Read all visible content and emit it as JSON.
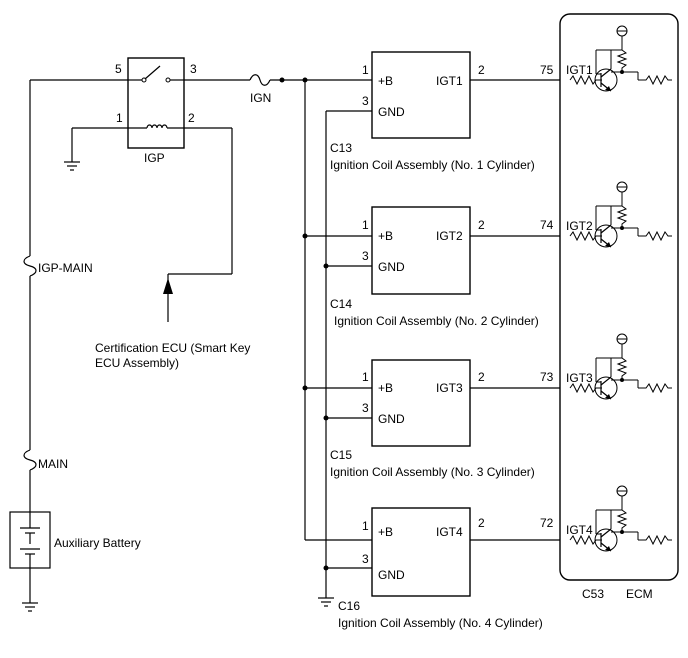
{
  "fuses": {
    "ign": "IGN",
    "igp_main": "IGP-MAIN",
    "main": "MAIN"
  },
  "relay": {
    "label": "IGP",
    "pin5": "5",
    "pin3": "3",
    "pin1": "1",
    "pin2": "2"
  },
  "battery": {
    "label": "Auxiliary Battery"
  },
  "certification_ecu": {
    "line1": "Certification ECU (Smart Key",
    "line2": "ECU Assembly)"
  },
  "coils": [
    {
      "connector": "C13",
      "name": "Ignition Coil Assembly (No. 1 Cylinder)",
      "b_label": "+B",
      "gnd_label": "GND",
      "igt_label": "IGT1",
      "pin_b": "1",
      "pin_gnd": "3",
      "pin_igt": "2",
      "ecu_pin": "75",
      "ecu_igt": "IGT1"
    },
    {
      "connector": "C14",
      "name": "Ignition Coil Assembly (No. 2 Cylinder)",
      "b_label": "+B",
      "gnd_label": "GND",
      "igt_label": "IGT2",
      "pin_b": "1",
      "pin_gnd": "3",
      "pin_igt": "2",
      "ecu_pin": "74",
      "ecu_igt": "IGT2"
    },
    {
      "connector": "C15",
      "name": "Ignition Coil Assembly (No. 3 Cylinder)",
      "b_label": "+B",
      "gnd_label": "GND",
      "igt_label": "IGT3",
      "pin_b": "1",
      "pin_gnd": "3",
      "pin_igt": "2",
      "ecu_pin": "73",
      "ecu_igt": "IGT3"
    },
    {
      "connector": "C16",
      "name": "Ignition Coil Assembly (No. 4 Cylinder)",
      "b_label": "+B",
      "gnd_label": "GND",
      "igt_label": "IGT4",
      "pin_b": "1",
      "pin_gnd": "3",
      "pin_igt": "2",
      "ecu_pin": "72",
      "ecu_igt": "IGT4"
    }
  ],
  "ecm": {
    "connector": "C53",
    "label": "ECM"
  }
}
